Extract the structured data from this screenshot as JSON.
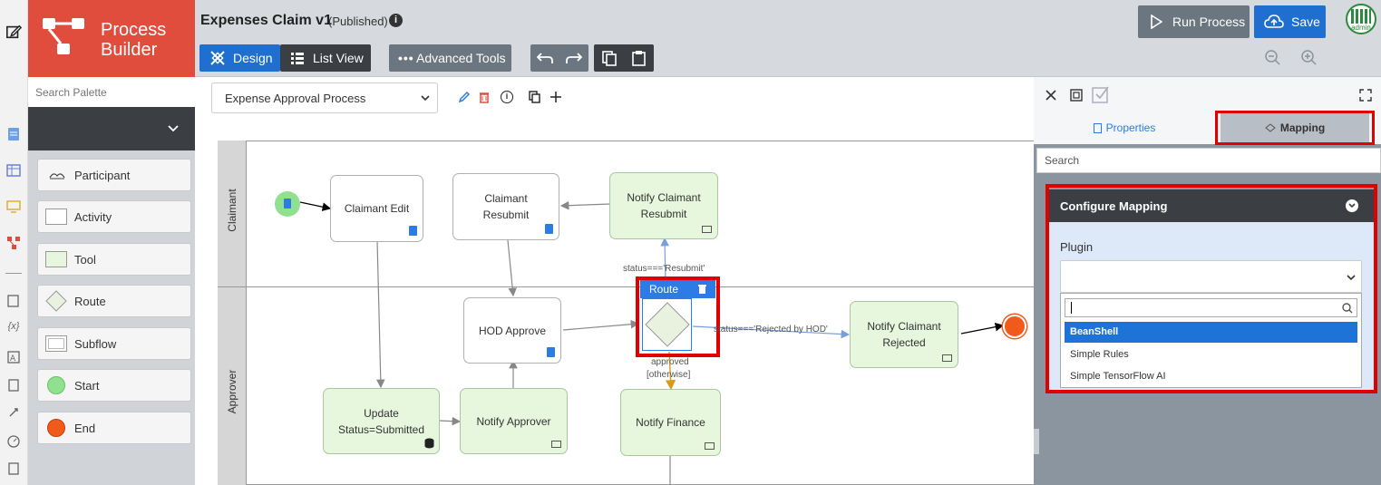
{
  "app": {
    "brand_line1": "Process",
    "brand_line2": "Builder"
  },
  "header": {
    "title": "Expenses Claim v1",
    "status": "(Published)",
    "run_label": "Run Process",
    "save_label": "Save",
    "avatar_text": "admin"
  },
  "toolbar": {
    "design_label": "Design",
    "listview_label": "List View",
    "advanced_label": "Advanced Tools"
  },
  "palette": {
    "search_placeholder": "Search Palette",
    "items": [
      {
        "label": "Participant"
      },
      {
        "label": "Activity"
      },
      {
        "label": "Tool"
      },
      {
        "label": "Route"
      },
      {
        "label": "Subflow"
      },
      {
        "label": "Start"
      },
      {
        "label": "End"
      }
    ]
  },
  "canvas": {
    "process_select": "Expense Approval Process",
    "lanes": [
      "Claimant",
      "Approver"
    ],
    "nodes": {
      "claimant_edit": "Claimant Edit",
      "claimant_resubmit_1": "Claimant",
      "claimant_resubmit_2": "Resubmit",
      "notify_resubmit_1": "Notify Claimant",
      "notify_resubmit_2": "Resubmit",
      "hod_approve": "HOD Approve",
      "route": "Route",
      "notify_rejected_1": "Notify Claimant",
      "notify_rejected_2": "Rejected",
      "update_status_1": "Update",
      "update_status_2": "Status=Submitted",
      "notify_approver": "Notify Approver",
      "notify_finance": "Notify Finance"
    },
    "edge_labels": {
      "resubmit": "status==='Resubmit'",
      "rejected": "status==='Rejected by HOD'",
      "approved": "approved",
      "otherwise": "[otherwise]"
    }
  },
  "panel": {
    "tab_properties": "Properties",
    "tab_mapping": "Mapping",
    "search_placeholder": "Search",
    "section_title": "Configure Mapping",
    "plugin_label": "Plugin",
    "plugin_options": [
      "BeanShell",
      "Simple Rules",
      "Simple TensorFlow AI"
    ],
    "plugin_selected_index": 0
  },
  "colors": {
    "brand": "#e04d3c",
    "primary_blue": "#1e6fd0",
    "highlight_red": "#e00000",
    "tool_green": "#e6f7dd",
    "start_green": "#8fe08f",
    "end_orange": "#f25a1c"
  }
}
